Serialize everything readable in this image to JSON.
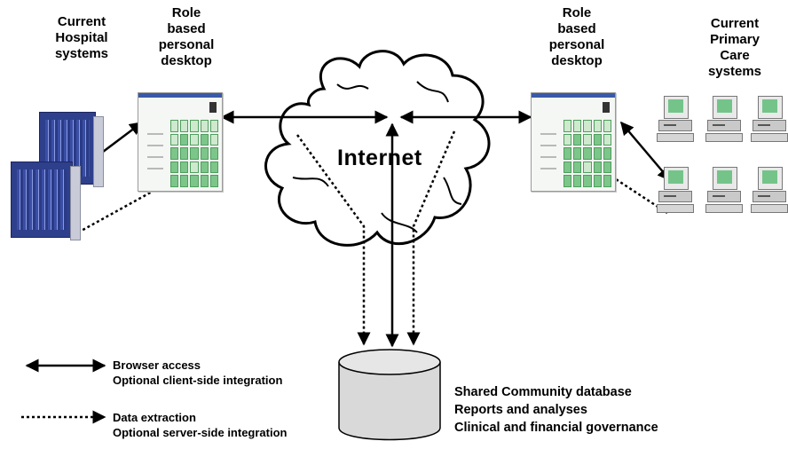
{
  "labels": {
    "hospital_systems": [
      "Current",
      "Hospital",
      "systems"
    ],
    "desktop_left": [
      "Role",
      "based",
      "personal",
      "desktop"
    ],
    "desktop_right": [
      "Role",
      "based",
      "personal",
      "desktop"
    ],
    "primary_care": [
      "Current",
      "Primary",
      "Care",
      "systems"
    ],
    "internet": "Internet"
  },
  "legend": {
    "browser": [
      "Browser access",
      "Optional client-side integration"
    ],
    "data": [
      "Data extraction",
      "Optional server-side integration"
    ]
  },
  "database": {
    "lines": [
      "Shared Community database",
      "Reports and analyses",
      "Clinical and financial governance"
    ]
  },
  "icons": {
    "database": "cylinder-icon",
    "internet": "cloud-icon",
    "hospital": "server-rack-icon",
    "primary_care": "desktop-computer-icon",
    "desktop": "application-window-icon"
  }
}
